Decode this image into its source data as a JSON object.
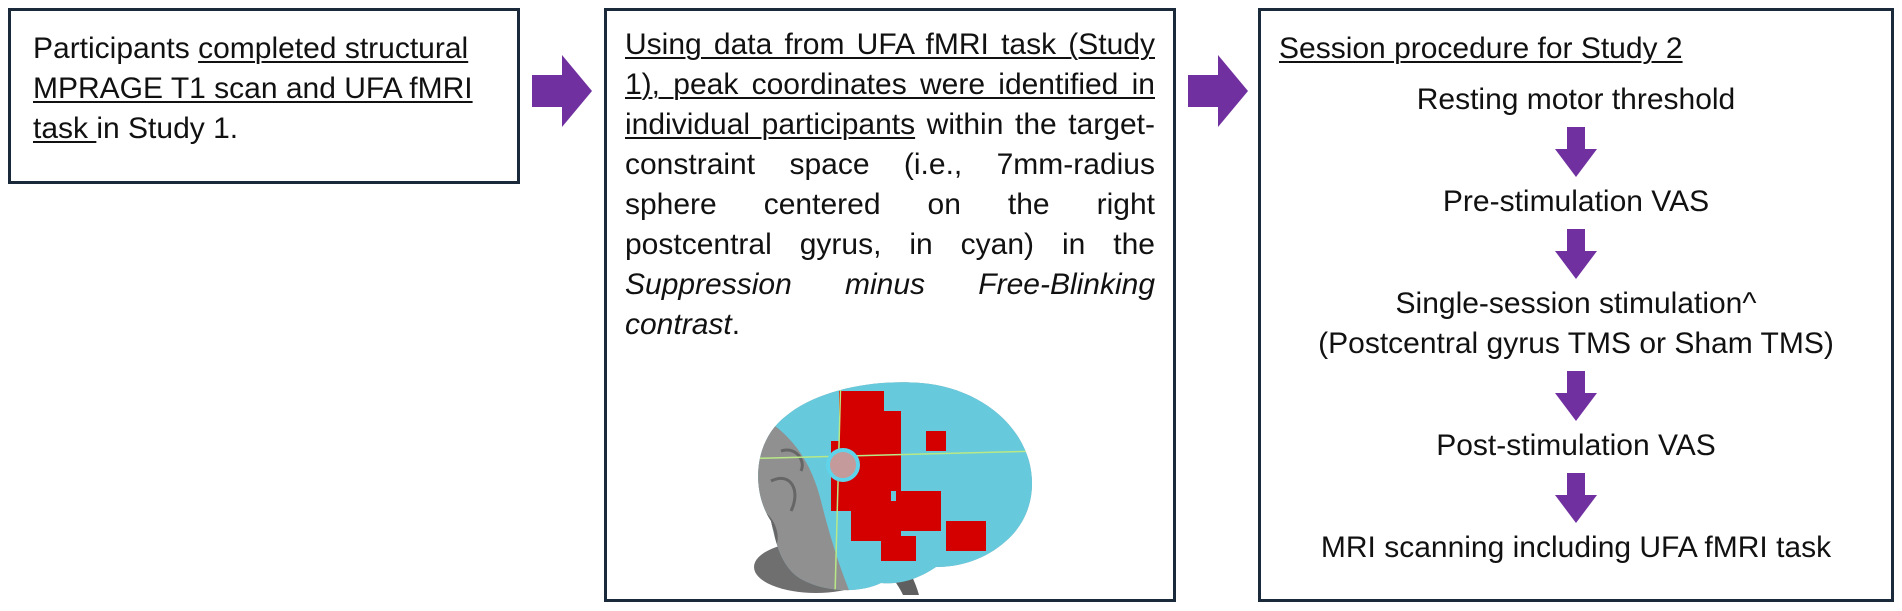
{
  "box1": {
    "part1": "Participants ",
    "part2": "completed structural MPRAGE T1 scan and UFA fMRI task ",
    "part3": "in Study 1."
  },
  "box2": {
    "part1": "Using data from UFA fMRI task (Study 1), peak coordinates were identified in individual participants",
    "part2": " within the target-constraint space (i.e., 7mm-radius sphere centered on the right postcentral gyrus, in cyan) in the ",
    "part3": "Suppression minus Free-Blinking contrast",
    "part4": "."
  },
  "box3": {
    "title": "Session procedure for Study 2",
    "steps": [
      "Resting motor threshold",
      "Pre-stimulation VAS",
      "Single-session stimulation^",
      "(Postcentral gyrus TMS or Sham TMS)",
      "Post-stimulation VAS",
      "MRI scanning including UFA fMRI task"
    ]
  },
  "colors": {
    "arrow": "#7030a0",
    "border": "#1b2a3a",
    "brain_gray": "#8a8a8a",
    "activation_red": "#d40000",
    "overlay_cyan": "#5fd3ea"
  },
  "icons": [
    "right-arrow-icon",
    "down-arrow-icon",
    "brain-image"
  ]
}
